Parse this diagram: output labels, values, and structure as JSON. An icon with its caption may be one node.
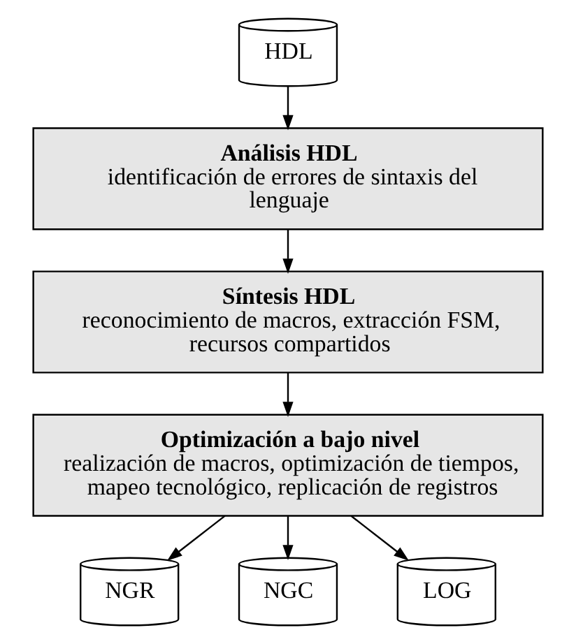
{
  "diagram": {
    "nodes": [
      {
        "text": [
          "HDL"
        ]
      },
      {
        "text": [
          "Análisis HDL",
          "identificación de errores de sintaxis del lenguaje"
        ]
      },
      {
        "text": [
          "Síntesis HDL",
          "reconocimiento de macros, extracción FSM, recursos compartidos"
        ]
      },
      {
        "text": [
          "Optimización a bajo nivel",
          "realización de macros, optimización de tiempos, mapeo tecnológico, replicación de registros"
        ]
      },
      {
        "text": [
          "NGR"
        ]
      },
      {
        "text": [
          "NGC"
        ]
      },
      {
        "text": [
          "LOG"
        ]
      }
    ],
    "edges": [
      {
        "from": 0,
        "to": 1,
        "arrow": "to"
      },
      {
        "from": 1,
        "to": 2,
        "arrow": "to"
      },
      {
        "from": 2,
        "to": 3,
        "arrow": "to"
      },
      {
        "from": 3,
        "to": 4,
        "arrow": "to"
      },
      {
        "from": 3,
        "to": 5,
        "arrow": "to"
      },
      {
        "from": 3,
        "to": 6,
        "arrow": "to"
      }
    ]
  }
}
